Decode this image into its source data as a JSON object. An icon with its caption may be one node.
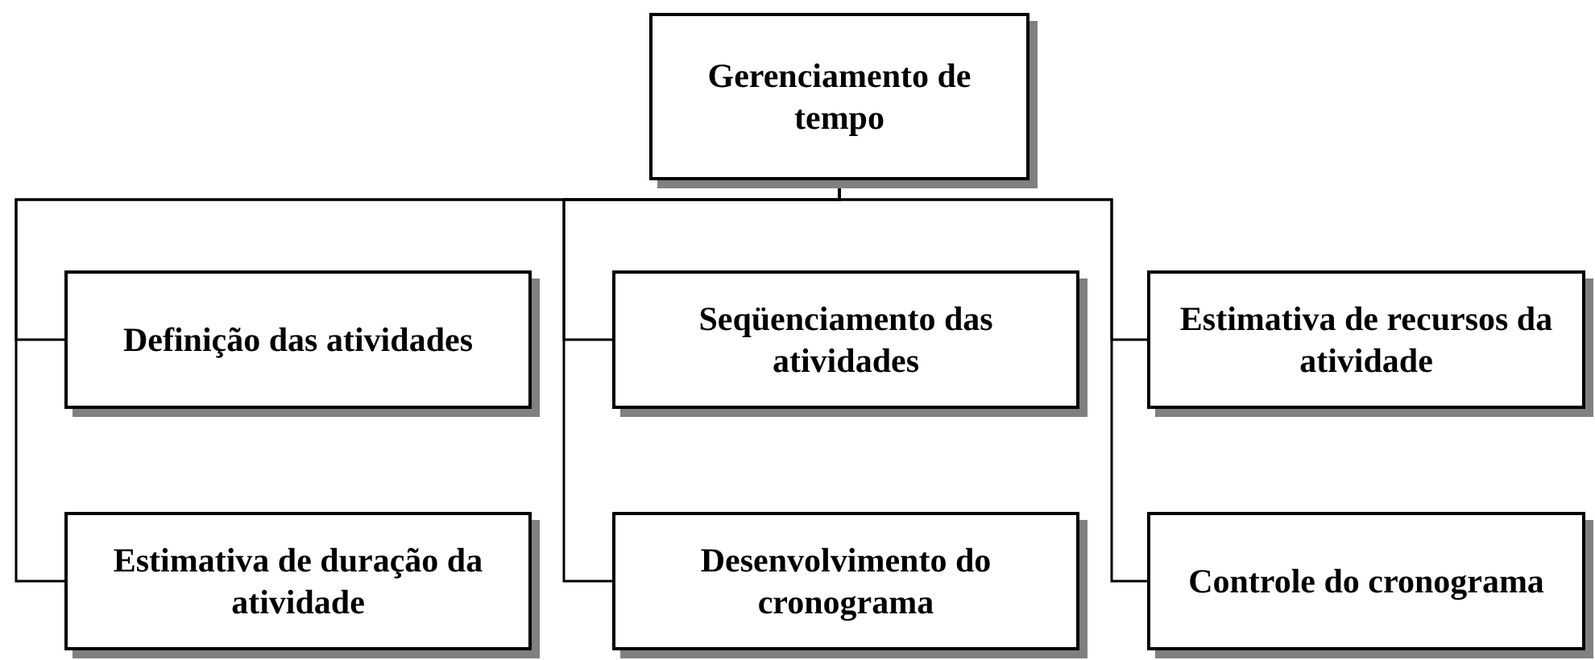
{
  "diagram": {
    "nodes": [
      {
        "text": [
          "Gerenciamento de tempo"
        ]
      },
      {
        "text": [
          "Definição das atividades"
        ]
      },
      {
        "text": [
          "Seqüenciamento das atividades"
        ]
      },
      {
        "text": [
          "Estimativa de recursos da atividade"
        ]
      },
      {
        "text": [
          "Estimativa de duração da atividade"
        ]
      },
      {
        "text": [
          "Desenvolvimento do cronograma"
        ]
      },
      {
        "text": [
          "Controle do cronograma"
        ]
      }
    ],
    "edges": [
      {
        "from": 0,
        "to": 1,
        "arrow": "none"
      },
      {
        "from": 0,
        "to": 2,
        "arrow": "none"
      },
      {
        "from": 0,
        "to": 3,
        "arrow": "none"
      },
      {
        "from": 0,
        "to": 4,
        "arrow": "none"
      },
      {
        "from": 0,
        "to": 5,
        "arrow": "none"
      },
      {
        "from": 0,
        "to": 6,
        "arrow": "none"
      }
    ]
  }
}
